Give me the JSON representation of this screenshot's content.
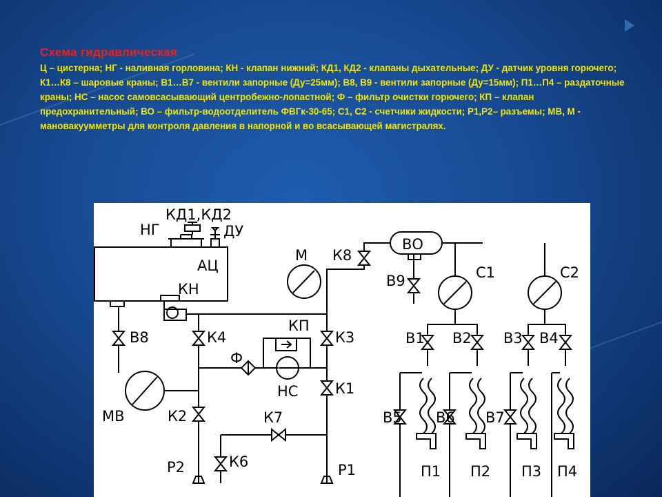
{
  "slide": {
    "title": "Схема гидравлическая",
    "legend": "Ц – цистерна; НГ - наливная горловина; КН - клапан нижний; КД1, КД2 - клапаны дыхательные; ДУ - датчик уровня горючего; К1…К8 – шаровые краны; В1…В7 - вентили запорные (Ду=25мм); В8, В9 - вентили запорные (Ду=15мм); П1…П4 – раздаточные краны; НС – насос самовсасывающий центробежно-лопастной; Ф – фильтр очистки горючего; КП – клапан предохранительный; ВО – фильтр-водоотделитель ФВГк-30-65; С1, С2 - счетчики жидкости; Р1,Р2– разъемы; МВ, М - мановакуумметры для контроля давления в напорной и во всасывающей магистралях."
  },
  "diagram": {
    "labels": {
      "kd": "КД1,КД2",
      "ng": "НГ",
      "du": "ДУ",
      "ac": "АЦ",
      "kn": "КН",
      "m": "М",
      "k8": "К8",
      "vo": "ВО",
      "v9": "В9",
      "c1": "С1",
      "c2": "С2",
      "v8": "В8",
      "k4": "К4",
      "kp": "КП",
      "k3": "К3",
      "f": "Ф",
      "ns": "НС",
      "k1": "К1",
      "mv": "МВ",
      "k2": "К2",
      "k7": "К7",
      "p2": "Р2",
      "k6": "К6",
      "p1": "Р1",
      "v1": "В1",
      "v2": "В2",
      "v3": "В3",
      "v4": "В4",
      "v5": "В5",
      "v6": "В6",
      "v7": "В7",
      "p_1": "П1",
      "p_2": "П2",
      "p_3": "П3",
      "p_4": "П4"
    }
  },
  "colors": {
    "background": "#174a92",
    "title": "#e8231b",
    "legend": "#f2e600",
    "panel": "#ffffff",
    "line": "#000000"
  }
}
